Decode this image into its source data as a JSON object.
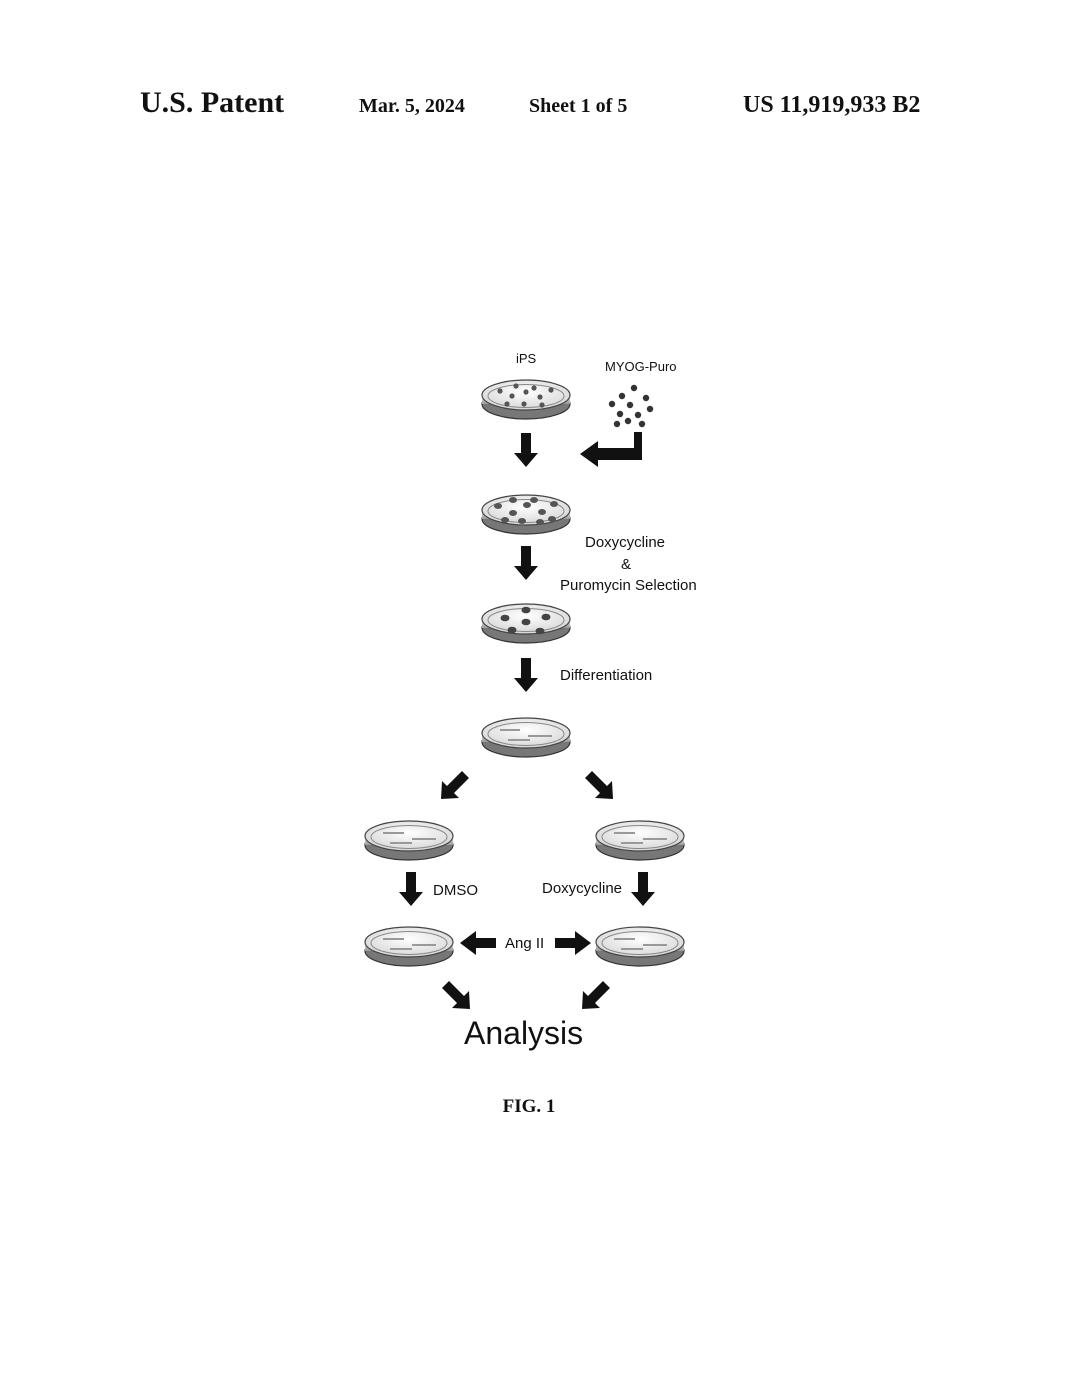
{
  "header": {
    "title": "U.S. Patent",
    "date": "Mar. 5, 2024",
    "sheet": "Sheet 1 of 5",
    "patent_number": "US 11,919,933 B2"
  },
  "diagram": {
    "labels": {
      "ips": "iPS",
      "vector": "MYOG-Puro",
      "selection_line1": "Doxycycline",
      "selection_line2": "&",
      "selection_line3": "Puromycin Selection",
      "differentiation": "Differentiation",
      "dmso": "DMSO",
      "doxycycline": "Doxycycline",
      "ang": "Ang II",
      "analysis": "Analysis"
    }
  },
  "figure": {
    "caption": "FIG. 1"
  }
}
